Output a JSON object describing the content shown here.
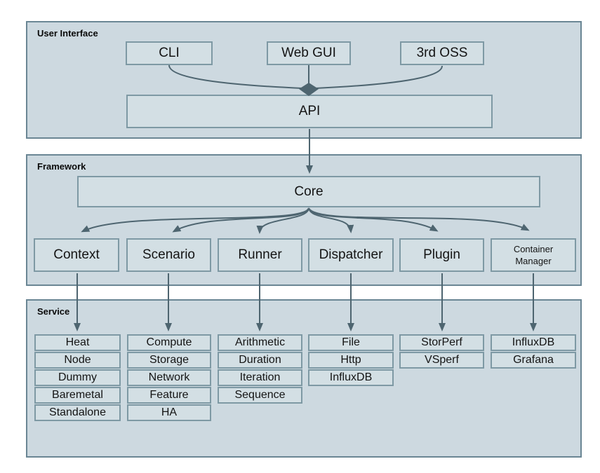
{
  "colors": {
    "section_bg": "#cdd9e0",
    "section_border": "#6a8694",
    "box_bg": "#d3dfe4",
    "box_border": "#7e99a4",
    "arrow": "#4e6570",
    "text": "#141414"
  },
  "user_interface": {
    "label": "User Interface",
    "cli": "CLI",
    "web_gui": "Web GUI",
    "third_oss": "3rd OSS",
    "api": "API"
  },
  "framework": {
    "label": "Framework",
    "core": "Core",
    "components": [
      {
        "label": "Context"
      },
      {
        "label": "Scenario"
      },
      {
        "label": "Runner"
      },
      {
        "label": "Dispatcher"
      },
      {
        "label": "Plugin"
      },
      {
        "label": "Container\nManager"
      }
    ]
  },
  "service": {
    "label": "Service",
    "columns": [
      {
        "items": [
          "Heat",
          "Node",
          "Dummy",
          "Baremetal",
          "Standalone"
        ]
      },
      {
        "items": [
          "Compute",
          "Storage",
          "Network",
          "Feature",
          "HA"
        ]
      },
      {
        "items": [
          "Arithmetic",
          "Duration",
          "Iteration",
          "Sequence"
        ]
      },
      {
        "items": [
          "File",
          "Http",
          "InfluxDB"
        ]
      },
      {
        "items": [
          "StorPerf",
          "VSperf"
        ]
      },
      {
        "items": [
          "InfluxDB",
          "Grafana"
        ]
      }
    ]
  }
}
